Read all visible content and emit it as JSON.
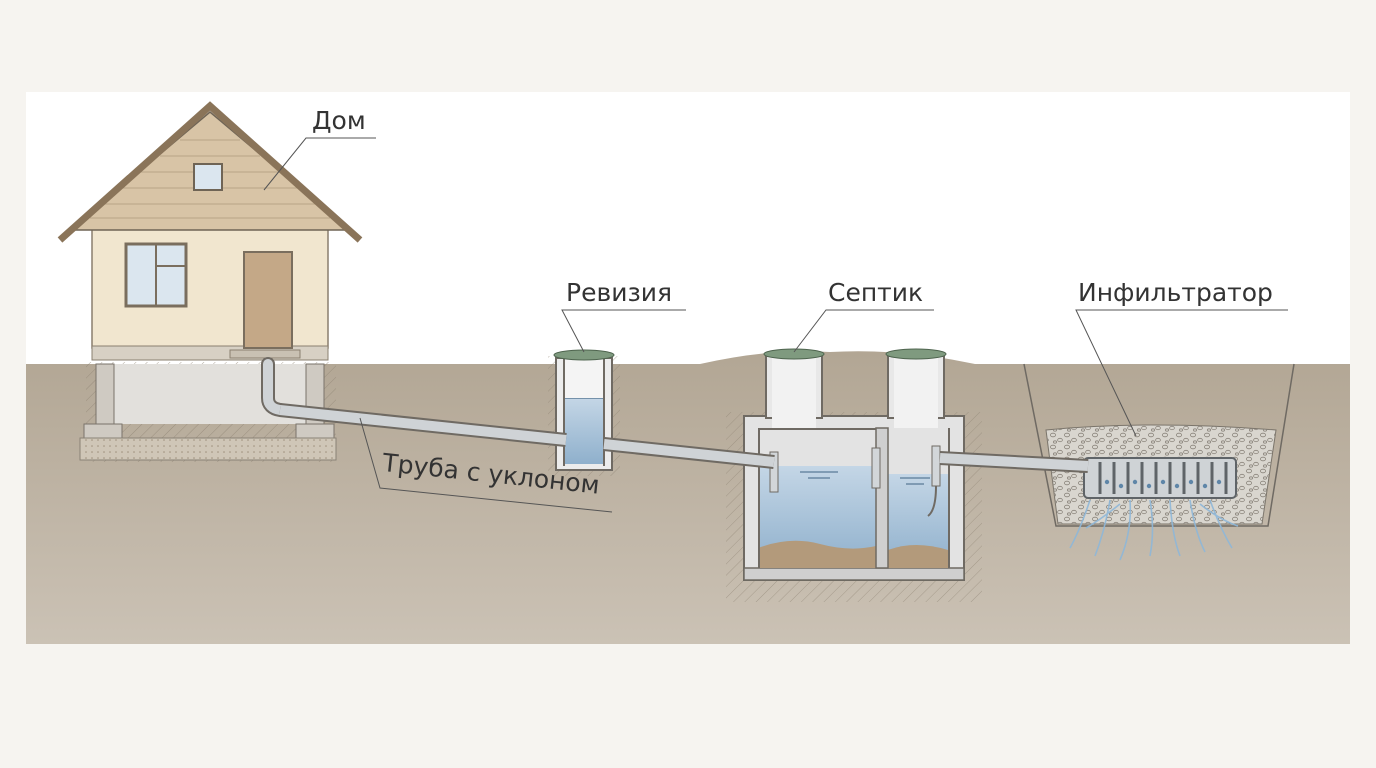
{
  "labels": {
    "house": "Дом",
    "revision": "Ревизия",
    "septic": "Септик",
    "infiltrator": "Инфильтратор",
    "pipe": "Труба с уклоном"
  },
  "colors": {
    "sky": "#ffffff",
    "soil": "#b7aa98",
    "house_wall": "#f1e6cf",
    "roof": "#d8c4a6",
    "concrete": "#d9d9d9",
    "water": "#a9c4dc",
    "sludge": "#b39a7b",
    "lid": "#7f9a7f",
    "pipe": "#cfd3d6",
    "gravel": "#d9d6cf",
    "door": "#c4a887",
    "window": "#dbe6ef"
  }
}
